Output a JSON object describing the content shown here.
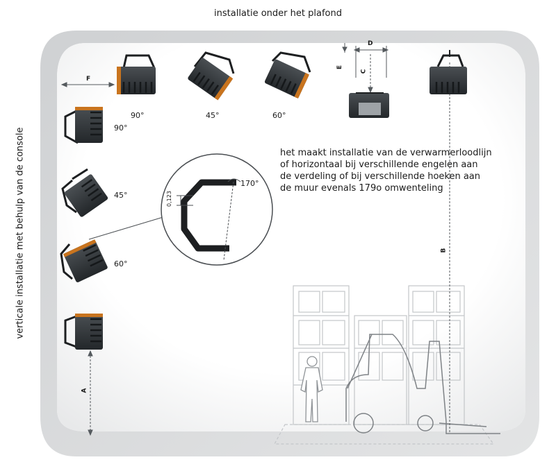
{
  "title_top": "installatie onder het plafond",
  "title_side": "verticale installatie met behulp van de console",
  "description_lines": [
    "het maakt installatie van de verwarmerloodlijn",
    "of horizontaal bij verschillende engelen aan",
    "de verdeling of bij verschillende hoeken aan",
    "de muur evenals 179o omwenteling"
  ],
  "ceiling_angles": [
    "90°",
    "45°",
    "60°"
  ],
  "wall_angles": [
    "90°",
    "45°",
    "60°"
  ],
  "dimensions": {
    "A": "A",
    "B": "B",
    "C": "C",
    "D": "D",
    "E": "E",
    "F": "F"
  },
  "detail": {
    "rotation": "170°",
    "size": "0,123"
  },
  "colors": {
    "frame": "#d9dadb",
    "frame_inner": "#ffffff",
    "heater": "#2f3336",
    "bracket": "#1d1f21",
    "accent": "#c9741e",
    "sketch": "#b5b8bb"
  }
}
